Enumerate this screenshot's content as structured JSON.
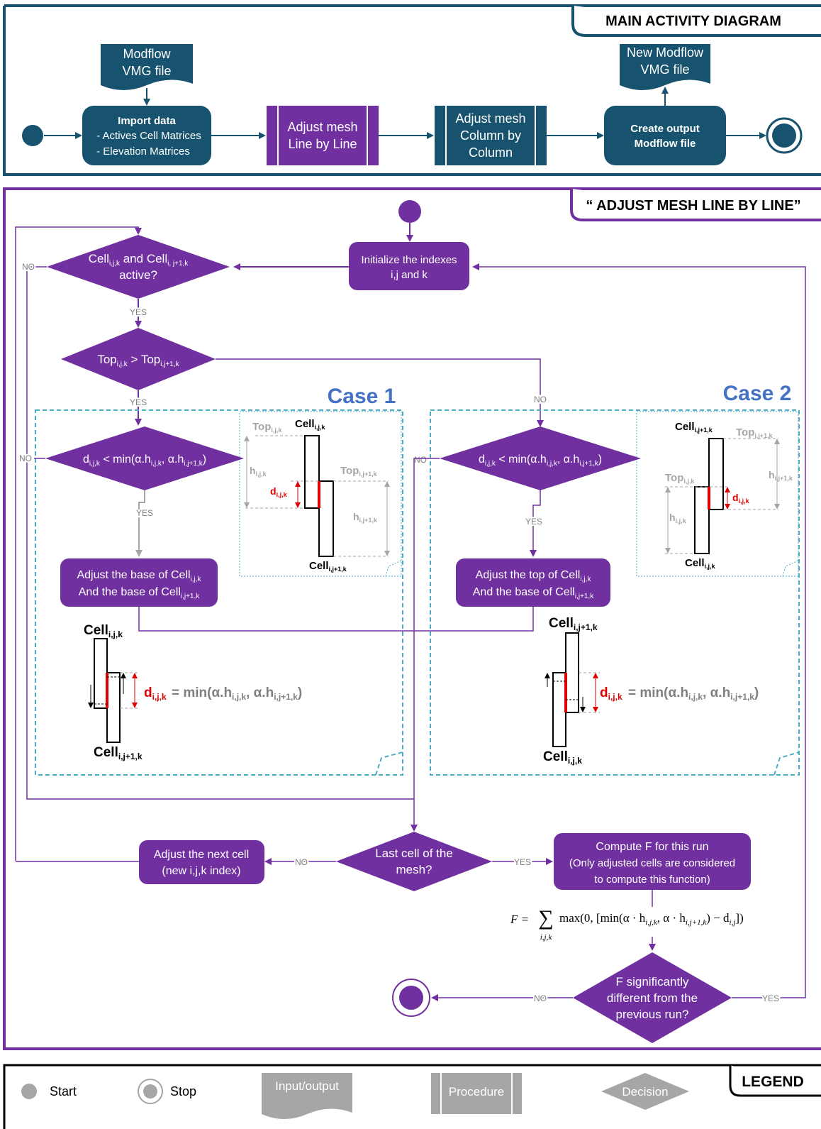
{
  "colors": {
    "teal": "#17536e",
    "purple": "#7030a0",
    "gray": "#a6a6a6",
    "dashed_blue": "#4bacc6",
    "case_title": "#4472c4",
    "red": "#e00000"
  },
  "main": {
    "title": "MAIN ACTIVITY DIAGRAM",
    "input_doc": [
      "Modflow",
      "VMG file"
    ],
    "import_title": "Import data",
    "import_items": [
      "- Actives Cell Matrices",
      "- Elevation Matrices"
    ],
    "adjust_line": [
      "Adjust mesh",
      "Line by Line"
    ],
    "adjust_column": [
      "Adjust mesh",
      "Column by",
      "Column"
    ],
    "create_output": [
      "Create output",
      "Modflow file"
    ],
    "output_doc": [
      "New Modflow",
      "VMG file"
    ]
  },
  "sub": {
    "title": "“ ADJUST MESH LINE BY LINE”",
    "init": [
      "Initialize the indexes",
      "i,j and k"
    ],
    "case1_title": "Case 1",
    "case2_title": "Case 2",
    "adjust_base1": "Adjust the base of Cell",
    "adjust_base2": "And the base of Cell",
    "adjust_top1": "Adjust the top of Cell",
    "adjust_top2": "And the base of Cell",
    "last_cell": [
      "Last cell of the",
      "mesh?"
    ],
    "adjust_next": [
      "Adjust the next cell",
      "(new i,j,k index)"
    ],
    "compute_f": [
      "Compute F for this run",
      "(Only adjusted cells are considered",
      "to compute this function)"
    ],
    "f_diff": [
      "F significantly",
      "different from the",
      "previous run?"
    ],
    "yes": "YES",
    "no": "NO",
    "active_q": "active?",
    "and": "and",
    "cell": "Cell",
    "top": "Top",
    "min_formula": "= min(α.h",
    "alpha_h": "α.h",
    "sub_ijk": "i,j,k",
    "sub_ij1k": "i,j+1,k",
    "formula_F_label": "F =",
    "formula_F_body": "max(0, [min(α · h",
    "formula_F_mid": ", α · h",
    "formula_F_end": ") − d",
    "formula_F_sub_ij": "i,j",
    "formula_F_close": "])",
    "sum_sub": "i,j,k"
  },
  "legend": {
    "title": "LEGEND",
    "start": "Start",
    "stop": "Stop",
    "io": "Input/output",
    "procedure": "Procedure",
    "decision": "Decision"
  }
}
